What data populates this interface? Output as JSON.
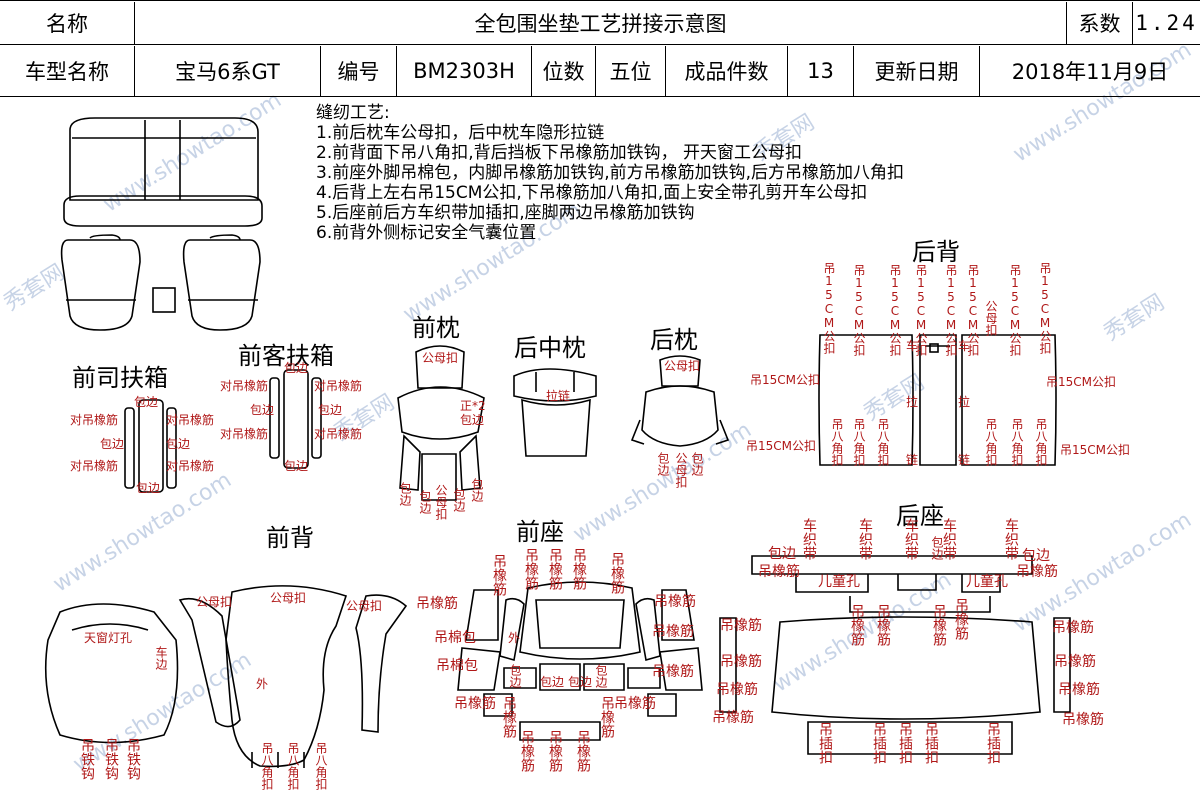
{
  "header": {
    "row1": {
      "name_label": "名称",
      "title": "全包围坐垫工艺拼接示意图",
      "coef_label": "系数",
      "coef_value": "1.24"
    },
    "row2": {
      "model_label": "车型名称",
      "model_value": "宝马6系GT",
      "code_label": "编号",
      "code_value": "BM2303H",
      "seats_label": "位数",
      "seats_value": "五位",
      "pieces_label": "成品件数",
      "pieces_value": "13",
      "date_label": "更新日期",
      "date_value": "2018年11月9日"
    }
  },
  "process": {
    "title": "缝纫工艺:",
    "steps": [
      "1.前后枕车公母扣，后中枕车隐形拉链",
      "2.前背面下吊八角扣,背后挡板下吊橡筋加铁钩， 开天窗工公母扣",
      "3.前座外脚吊棉包，内脚吊橡筋加铁钩,前方吊橡筋加铁钩,后方吊橡筋加八角扣",
      "4.后背上左右吊15CM公扣,下吊橡筋加八角扣,面上安全带孔剪开车公母扣",
      "5.后座前后方车织带加插扣,座脚两边吊橡筋加铁钩",
      "6.前背外侧标记安全气囊位置"
    ]
  },
  "watermarks": [
    "秀套网",
    "www.showtao.com"
  ],
  "parts": {
    "front_driver_armrest": {
      "title": "前司扶箱",
      "labels": [
        "包边",
        "对吊橡筋",
        "对吊橡筋",
        "包边",
        "包边",
        "对吊橡筋",
        "对吊橡筋",
        "包边"
      ]
    },
    "front_passenger_armrest": {
      "title": "前客扶箱",
      "labels": [
        "包边",
        "对吊橡筋",
        "对吊橡筋",
        "包边",
        "包边",
        "对吊橡筋",
        "对吊橡筋",
        "包边"
      ]
    },
    "front_pillow": {
      "title": "前枕",
      "labels": [
        "公母扣",
        "正*2",
        "包边",
        "包边",
        "包边",
        "公母扣",
        "包边",
        "包边"
      ]
    },
    "rear_middle_pillow": {
      "title": "后中枕",
      "labels": [
        "拉链"
      ]
    },
    "rear_pillow": {
      "title": "后枕",
      "labels": [
        "公母扣",
        "包边",
        "公母扣",
        "包边"
      ]
    },
    "rear_back": {
      "title": "后背",
      "top_labels": [
        "吊15CM公扣",
        "吊15CM公扣",
        "吊15CM公扣",
        "吊15CM公扣",
        "吊15CM公扣",
        "吊15CM公扣",
        "公母扣",
        "吊15CM公扣",
        "吊15CM公扣"
      ],
      "side_labels": [
        "吊15CM公扣",
        "吊15CM公扣",
        "吊15CM公扣",
        "吊15CM公扣"
      ],
      "bottom_labels": [
        "吊八角扣",
        "吊八角扣",
        "吊八角扣",
        "吊八角扣",
        "吊八角扣",
        "吊八角扣"
      ],
      "mid_labels": [
        "车",
        "车",
        "拉",
        "拉",
        "链",
        "链"
      ]
    },
    "front_back": {
      "title": "前背",
      "labels": [
        "天窗灯孔",
        "车边",
        "公母扣",
        "公母扣",
        "公母扣",
        "外"
      ],
      "bottom_labels": [
        "吊铁钩",
        "吊铁钩",
        "吊铁钩",
        "吊八角扣",
        "吊八角扣",
        "吊八角扣"
      ]
    },
    "front_seat": {
      "title": "前座",
      "top_labels": [
        "吊橡筋",
        "吊橡筋",
        "吊橡筋",
        "吊橡筋",
        "吊橡筋"
      ],
      "side_labels": [
        "吊橡筋",
        "吊橡筋",
        "吊棉包",
        "吊棉包",
        "吊橡筋",
        "吊橡筋",
        "吊橡筋",
        "吊橡筋"
      ],
      "inner_labels": [
        "外",
        "包边",
        "包边",
        "包边",
        "包边"
      ],
      "bottom_labels": [
        "吊橡筋",
        "吊橡筋",
        "吊橡筋",
        "吊橡筋",
        "吊橡筋"
      ]
    },
    "rear_seat": {
      "title": "后座",
      "top_labels": [
        "车织带",
        "车织带",
        "车织带",
        "车织带",
        "车织带"
      ],
      "labels": [
        "包边",
        "包边",
        "吊橡筋",
        "吊橡筋",
        "儿童孔",
        "儿童孔",
        "包边"
      ],
      "mid_labels": [
        "吊橡筋",
        "吊橡筋",
        "吊橡筋",
        "吊橡筋"
      ],
      "side_labels": [
        "吊橡筋",
        "吊橡筋",
        "吊橡筋",
        "吊橡筋",
        "吊橡筋",
        "吊橡筋",
        "吊橡筋",
        "吊橡筋"
      ],
      "bottom_labels": [
        "吊插扣",
        "吊插扣",
        "吊插扣",
        "吊插扣",
        "吊插扣"
      ]
    }
  }
}
